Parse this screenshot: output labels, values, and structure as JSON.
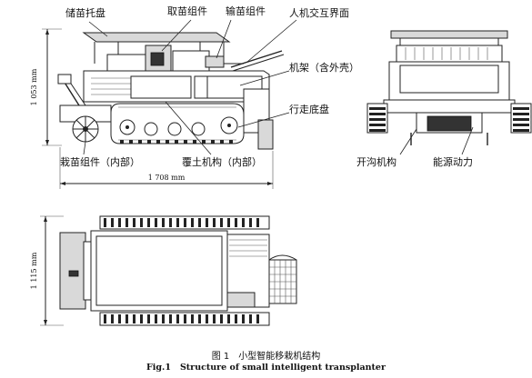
{
  "labels": {
    "seedling_tray": "储苗托盘",
    "seedling_picking": "取苗组件",
    "seedling_conveying": "输苗组件",
    "hmi": "人机交互界面",
    "frame": "机架（含外壳）",
    "chassis": "行走底盘",
    "planting": "栽苗组件（内部）",
    "soil_covering": "覆土机构（内部）",
    "furrow_opening": "开沟机构",
    "power": "能源动力"
  },
  "dimensions": {
    "height": "1 053 mm",
    "length": "1 708 mm",
    "width": "1 115 mm"
  },
  "caption": {
    "cn_number": "图 1",
    "cn_title": "小型智能移栽机结构",
    "en_number": "Fig.1",
    "en_title": "Structure of small intelligent transplanter"
  }
}
